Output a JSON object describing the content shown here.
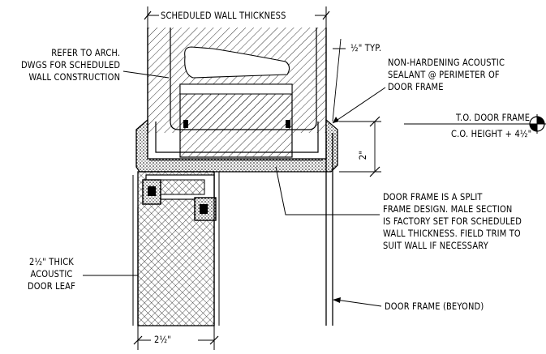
{
  "labels": {
    "wall_thickness": "SCHEDULED WALL THICKNESS",
    "typ_half": "½\" TYP.",
    "refer_arch": [
      "REFER TO ARCH.",
      "DWGS FOR SCHEDULED",
      "WALL CONSTRUCTION"
    ],
    "sealant": [
      "NON-HARDENING ACOUSTIC",
      "SEALANT @ PERIMETER OF",
      "DOOR FRAME"
    ],
    "to_door_frame": "T.O. DOOR FRAME",
    "co_height": "C.O. HEIGHT + 4½\"",
    "two_inch": "2\"",
    "split_frame": [
      "DOOR FRAME IS A SPLIT",
      "FRAME DESIGN.  MALE SECTION",
      "IS FACTORY SET FOR SCHEDULED",
      "WALL THICKNESS. FIELD TRIM TO",
      "SUIT WALL IF NECESSARY"
    ],
    "door_leaf": [
      "2½\" THICK",
      "ACOUSTIC",
      "DOOR LEAF"
    ],
    "door_frame_beyond": "DOOR FRAME (BEYOND)",
    "leaf_thickness": "2½\""
  },
  "icons": {
    "elevation_marker": "elevation-target-icon"
  }
}
